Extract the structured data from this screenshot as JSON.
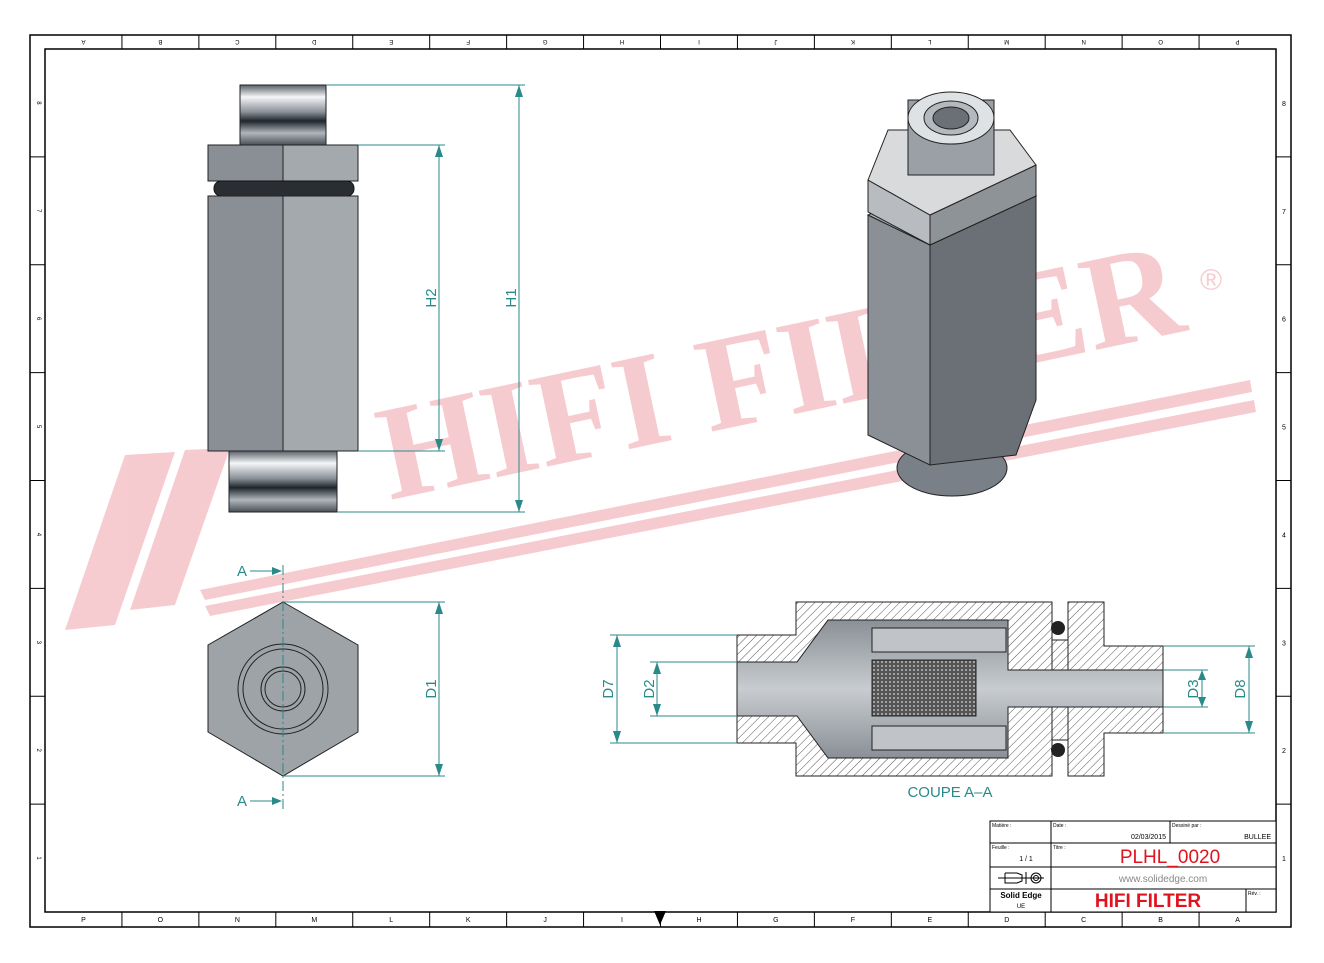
{
  "border": {
    "columns": [
      "P",
      "O",
      "N",
      "M",
      "L",
      "K",
      "J",
      "I",
      "H",
      "G",
      "F",
      "E",
      "D",
      "C",
      "B",
      "A"
    ],
    "rows": [
      "8",
      "7",
      "6",
      "5",
      "4",
      "3",
      "2",
      "1"
    ]
  },
  "watermark": {
    "text": "HIFI FILTER",
    "registered": "®",
    "color": "#f4b8c0"
  },
  "views": {
    "front": {
      "dim_h1": "H1",
      "dim_h2": "H2"
    },
    "end": {
      "dim_d1": "D1",
      "section_mark_top": "A",
      "section_mark_bottom": "A"
    },
    "section": {
      "title": "COUPE A–A",
      "dim_d7": "D7",
      "dim_d2": "D2",
      "dim_d3": "D3",
      "dim_d8": "D8"
    }
  },
  "title_block": {
    "material_label": "Matière :",
    "date_label": "Date :",
    "date": "02/03/2015",
    "drawn_by_label": "Dessiné par :",
    "drawn_by": "BULLEE",
    "sheet_label": "Feuille :",
    "sheet": "1 / 1",
    "title_label": "Titre :",
    "title": "PLHL_0020",
    "website": "www.solidedge.com",
    "software": "Solid Edge",
    "software_sub": "UE",
    "company": "HIFI FILTER",
    "rev_label": "Rév. :"
  },
  "colors": {
    "dimension": "#2a8a8a",
    "title_red": "#e0141e"
  }
}
